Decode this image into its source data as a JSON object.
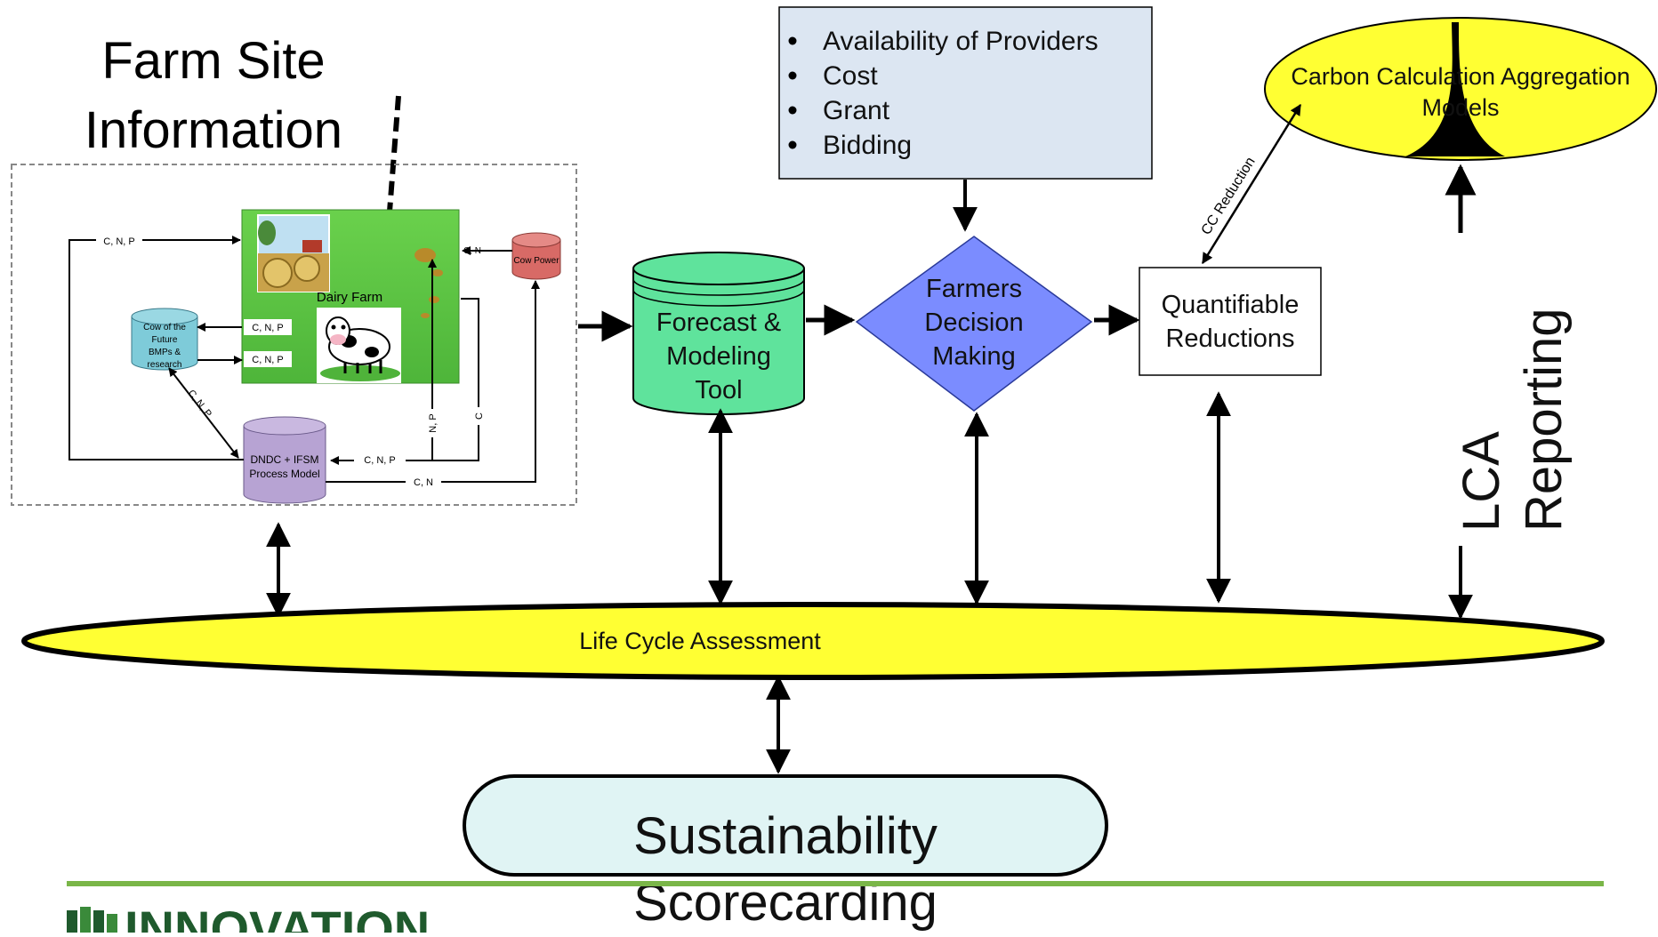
{
  "farm_site": {
    "title_line1": "Farm Site",
    "title_line2": "Information",
    "dairy_farm_label": "Dairy Farm",
    "cow_power_label": "Cow Power",
    "cow_future_line1": "Cow of the",
    "cow_future_line2": "Future",
    "cow_future_line3": "BMPs &",
    "cow_future_line4": "research",
    "dndc_line1": "DNDC + IFSM",
    "dndc_line2": "Process Model",
    "flows": {
      "cnp_top": "C, N, P",
      "cnp_cow_out": "C, N, P",
      "cnp_cow_in": "C, N, P",
      "cnp_diag": "C, N, P",
      "cnp_dndc": "C, N, P",
      "cn_bottom": "C, N",
      "cn_power": "C, N",
      "np_vertical": "N, P",
      "c_vertical": "C"
    }
  },
  "forecast": {
    "line1": "Forecast &",
    "line2": "Modeling",
    "line3": "Tool"
  },
  "providers": {
    "items": [
      "Availability of Providers",
      "Cost",
      "Grant",
      "Bidding"
    ]
  },
  "decision": {
    "line1": "Farmers",
    "line2": "Decision",
    "line3": "Making"
  },
  "reductions": {
    "line1": "Quantifiable",
    "line2": "Reductions"
  },
  "cc_reduction": "CC Reduction",
  "carbon": {
    "line1": "Carbon Calculation Aggregation",
    "line2": "Models"
  },
  "lca_reporting": {
    "line1": "LCA",
    "line2": "Reporting"
  },
  "lca": "Life Cycle Assessment",
  "sustainability": {
    "line1": "Sustainability",
    "line2": "Scorecarding"
  },
  "footer": {
    "logo_text": "INNOVATION"
  },
  "colors": {
    "forecast_fill": "#5fe39c",
    "diamond_fill": "#7b8cff",
    "providers_fill": "#dce6f2",
    "ellipse_fill": "#ffff33",
    "scorecard_fill": "#e0f4f4",
    "farm_green": "#5cc442",
    "cow_future_fill": "#7ecbd9",
    "dndc_fill": "#b7a3d3",
    "cow_power_fill": "#d86a66",
    "footer_rule": "#7ab648",
    "logo_color": "#1f5a2d"
  }
}
